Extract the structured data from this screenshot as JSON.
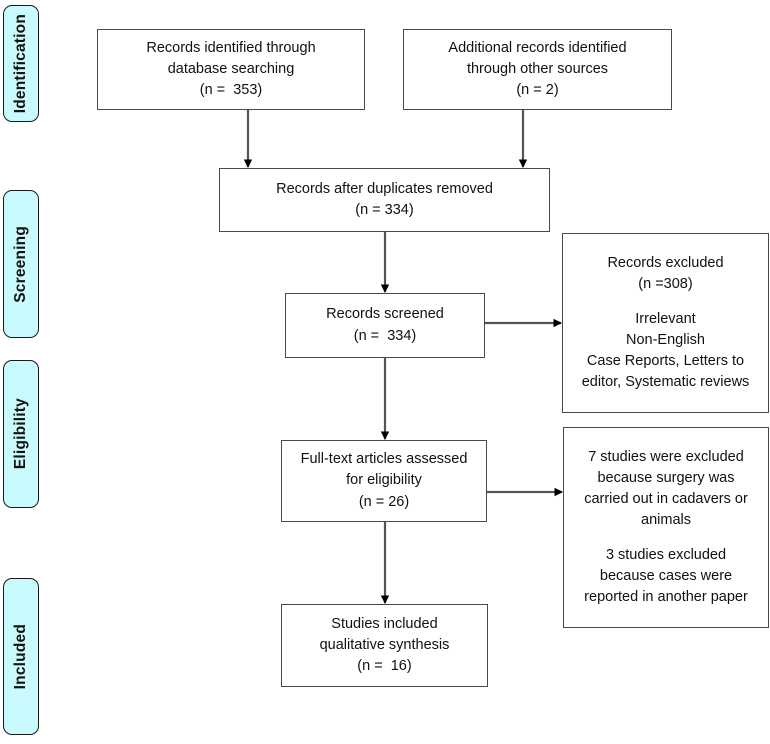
{
  "diagram": {
    "title": "PRISMA flow diagram",
    "type": "flowchart",
    "accent_color": "#c9fafd",
    "box_border_color": "#4a4a4a",
    "stage_border_color": "#1a1a1a",
    "connector_color": "#555555",
    "arrowhead_color": "#000000",
    "background": "#ffffff"
  },
  "stages": [
    {
      "id": "identification",
      "label": "Identification"
    },
    {
      "id": "screening",
      "label": "Screening"
    },
    {
      "id": "eligibility",
      "label": "Eligibility"
    },
    {
      "id": "included",
      "label": "Included"
    }
  ],
  "boxes": {
    "database_search": {
      "id": "records-identified-database",
      "lines": [
        "Records identified through",
        "database searching",
        "(n =  353)"
      ],
      "count": 353
    },
    "other_sources": {
      "id": "additional-records-other-sources",
      "lines": [
        "Additional records identified",
        "through other sources",
        "(n = 2)"
      ],
      "count": 2
    },
    "duplicates_removed": {
      "id": "records-after-duplicates-removed",
      "lines": [
        "Records after duplicates removed",
        "(n = 334)"
      ],
      "count": 334
    },
    "records_screened": {
      "id": "records-screened",
      "lines": [
        "Records screened",
        "(n =  334)"
      ],
      "count": 334
    },
    "records_excluded": {
      "id": "records-excluded",
      "lines": [
        "Records excluded",
        "(n =308)",
        "",
        "Irrelevant",
        "Non-English",
        "Case Reports, Letters to",
        "editor, Systematic reviews"
      ],
      "count": 308
    },
    "fulltext_assessed": {
      "id": "full-text-articles-assessed",
      "lines": [
        "Full-text articles assessed",
        "for eligibility",
        "(n = 26)"
      ],
      "count": 26
    },
    "fulltext_excluded": {
      "id": "full-text-articles-excluded",
      "lines": [
        "7 studies were excluded",
        "because surgery was",
        "carried out in cadavers or",
        "animals",
        "",
        "3 studies excluded",
        "because cases were",
        "reported in another paper"
      ],
      "counts": [
        7,
        3
      ]
    },
    "studies_included": {
      "id": "studies-included-qualitative-synthesis",
      "lines": [
        "Studies included",
        "qualitative synthesis",
        "(n =  16)"
      ],
      "count": 16
    }
  },
  "connectors": [
    {
      "id": "database-to-duplicates",
      "from": "database_search",
      "to": "duplicates_removed",
      "direction": "down"
    },
    {
      "id": "other-to-duplicates",
      "from": "other_sources",
      "to": "duplicates_removed",
      "direction": "down"
    },
    {
      "id": "duplicates-to-screened",
      "from": "duplicates_removed",
      "to": "records_screened",
      "direction": "down"
    },
    {
      "id": "screened-to-excluded",
      "from": "records_screened",
      "to": "records_excluded",
      "direction": "right"
    },
    {
      "id": "screened-to-fulltext",
      "from": "records_screened",
      "to": "fulltext_assessed",
      "direction": "down"
    },
    {
      "id": "fulltext-to-excluded",
      "from": "fulltext_assessed",
      "to": "fulltext_excluded",
      "direction": "right"
    },
    {
      "id": "fulltext-to-included",
      "from": "fulltext_assessed",
      "to": "studies_included",
      "direction": "down"
    }
  ]
}
